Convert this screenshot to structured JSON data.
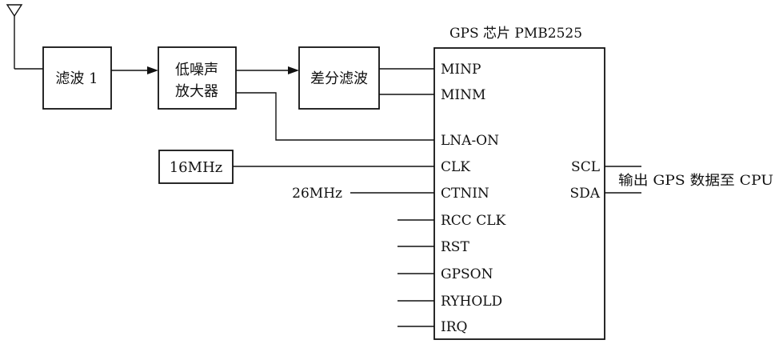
{
  "chip": {
    "title": "GPS 芯片 PMB2525",
    "left_pins": [
      "MINP",
      "MINM",
      "LNA-ON",
      "CLK",
      "CTNIN",
      "RCC CLK",
      "RST",
      "GPSON",
      "RYHOLD",
      "IRQ"
    ],
    "right_pins": [
      "SCL",
      "SDA"
    ]
  },
  "blocks": {
    "filter1": "滤波 1",
    "lna_line1": "低噪声",
    "lna_line2": "放大器",
    "diff_filter": "差分滤波",
    "osc16": "16MHz"
  },
  "labels": {
    "input_26": "26MHz",
    "output": "输出 GPS 数据至 CPU"
  }
}
